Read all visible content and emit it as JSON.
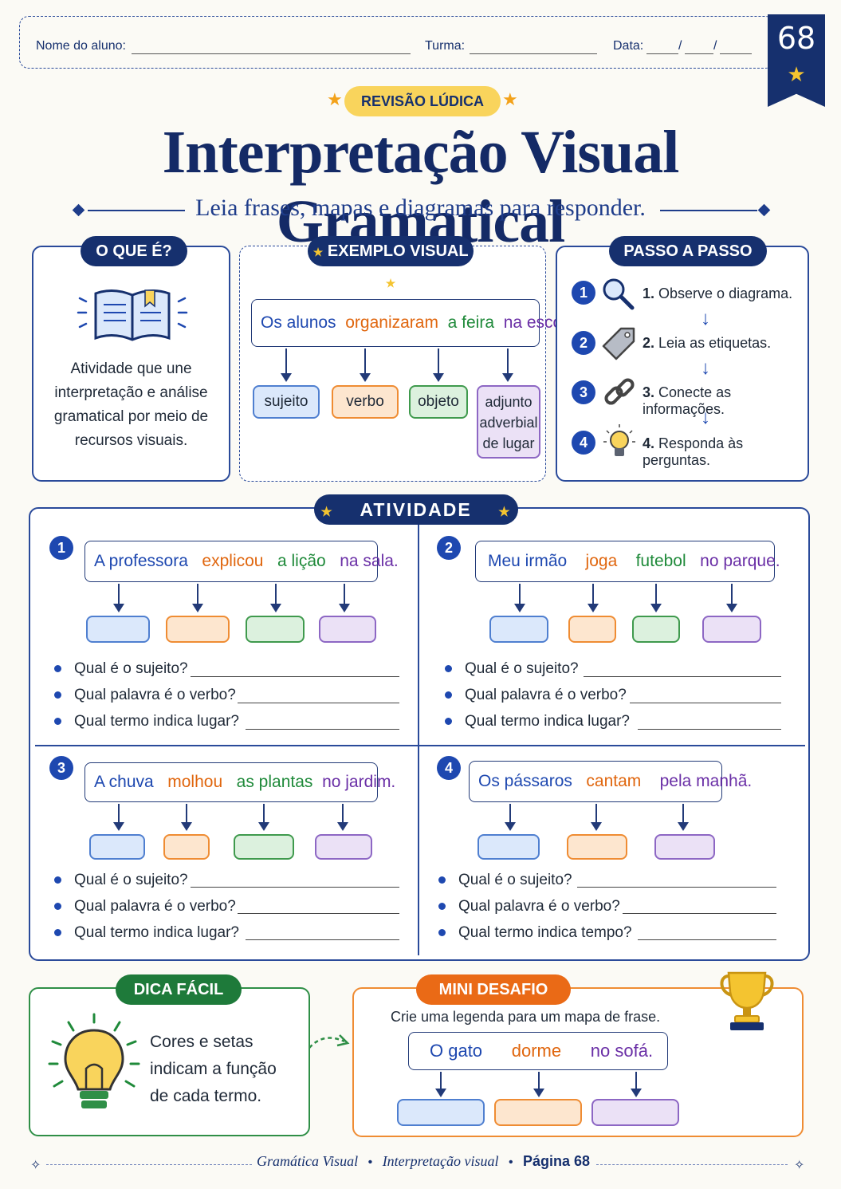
{
  "header": {
    "student_label": "Nome do aluno:",
    "class_label": "Turma:",
    "date_label": "Data:",
    "date_slashes": "/",
    "page_badge": "68"
  },
  "tag": "REVISÃO LÚDICA",
  "title": "Interpretação Visual Gramatical",
  "subtitle": "Leia frases, mapas e diagramas para responder.",
  "what_is": {
    "heading": "O QUE É?",
    "text": "Atividade que une interpretação e análise gramatical por meio de recursos visuais."
  },
  "example": {
    "heading": "EXEMPLO VISUAL",
    "words": [
      "Os alunos",
      "organizaram",
      "a feira",
      "na escola."
    ],
    "labels": [
      "sujeito",
      "verbo",
      "objeto",
      "adjunto adverbial de lugar"
    ]
  },
  "steps": {
    "heading": "PASSO A PASSO",
    "items": [
      {
        "n": "1",
        "num_label": "1.",
        "text": "Observe o diagrama."
      },
      {
        "n": "2",
        "num_label": "2.",
        "text": "Leia as etiquetas."
      },
      {
        "n": "3",
        "num_label": "3.",
        "text": "Conecte as informações."
      },
      {
        "n": "4",
        "num_label": "4.",
        "text": "Responda às perguntas."
      }
    ]
  },
  "activity": {
    "heading": "ATIVIDADE",
    "exercises": [
      {
        "n": "1",
        "words": [
          "A professora",
          "explicou",
          "a lição",
          "na sala."
        ],
        "questions": [
          "Qual é o sujeito?",
          "Qual palavra é o verbo?",
          "Qual termo indica lugar?"
        ]
      },
      {
        "n": "2",
        "words": [
          "Meu irmão",
          "joga",
          "futebol",
          "no parque."
        ],
        "questions": [
          "Qual é o sujeito?",
          "Qual palavra é o verbo?",
          "Qual termo indica lugar?"
        ]
      },
      {
        "n": "3",
        "words": [
          "A chuva",
          "molhou",
          "as plantas",
          "no jardim."
        ],
        "questions": [
          "Qual é o sujeito?",
          "Qual palavra é o verbo?",
          "Qual termo indica lugar?"
        ]
      },
      {
        "n": "4",
        "words": [
          "Os pássaros",
          "cantam",
          "pela manhã."
        ],
        "questions": [
          "Qual é o sujeito?",
          "Qual palavra é o verbo?",
          "Qual termo indica tempo?"
        ]
      }
    ]
  },
  "tip": {
    "heading": "DICA FÁCIL",
    "lines": [
      "Cores e setas",
      "indicam a função",
      "de cada termo."
    ]
  },
  "challenge": {
    "heading": "MINI DESAFIO",
    "prompt": "Crie uma legenda para um mapa de frase.",
    "words": [
      "O gato",
      "dorme",
      "no sofá."
    ]
  },
  "footer": {
    "book": "Gramática Visual",
    "topic": "Interpretação visual",
    "page": "Página 68"
  },
  "colors": {
    "navy": "#16306e",
    "blue": "#1e48b0",
    "orange": "#e0660e",
    "green": "#1f8a3a",
    "purple": "#6a2fa6",
    "yellow": "#f9d45c"
  }
}
